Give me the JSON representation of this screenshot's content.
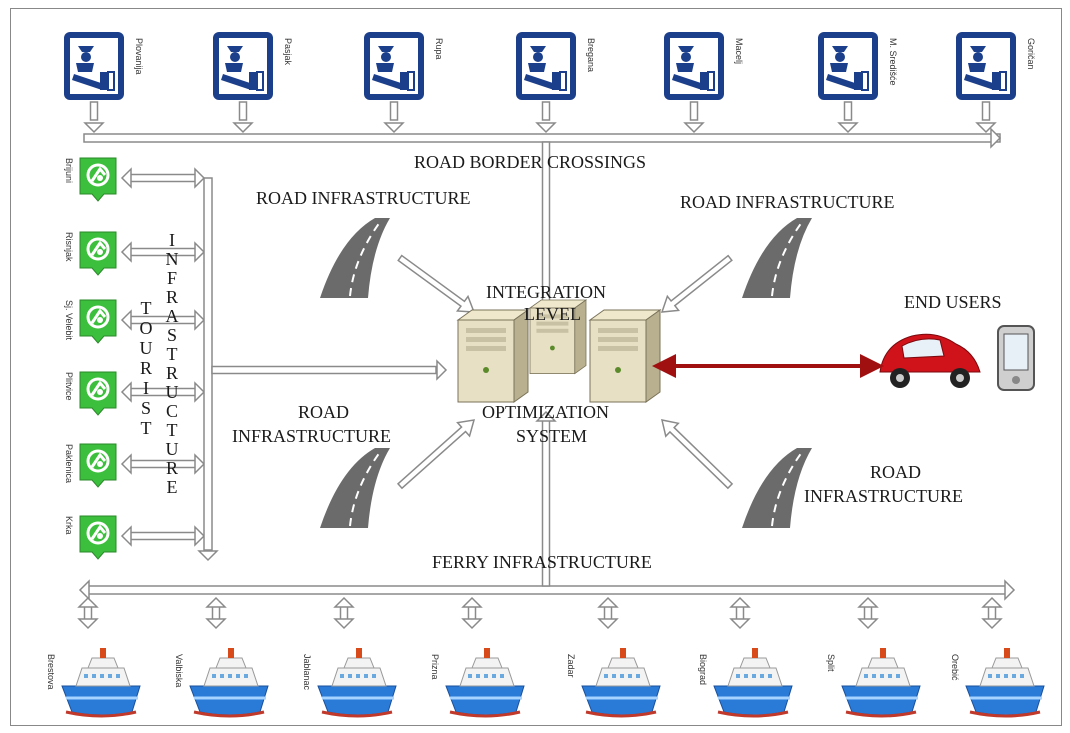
{
  "labels": {
    "road_border_crossings": "ROAD BORDER CROSSINGS",
    "road_infra": "ROAD INFRASTRUCTURE",
    "road_infra_split_1": "ROAD",
    "road_infra_split_2": "INFRASTRUCTURE",
    "integration_1": "INTEGRATION",
    "integration_2": "LEVEL",
    "optimization_1": "OPTIMIZATION",
    "optimization_2": "SYSTEM",
    "end_users": "END USERS",
    "ferry_infra": "FERRY INFRASTRUCTURE",
    "tourist": "TOURIST",
    "infrastructure_vertical": "INFRASTRUCTURE"
  },
  "border_crossings": [
    "Plovanija",
    "Pasjak",
    "Rupa",
    "Bregana",
    "Macelj",
    "M. Središće",
    "Goričan"
  ],
  "tourist_sites": [
    "Brijuni",
    "Risnjak",
    "Sj. Velebit",
    "Plitvice",
    "Paklenica",
    "Krka"
  ],
  "ferry_ports": [
    "Brestova",
    "Valbiska",
    "Jablanac",
    "Prizna",
    "Zadar",
    "Biograd",
    "Split",
    "Orebić"
  ],
  "colors": {
    "sign_blue": "#1c3f8c",
    "tourist_green": "#3cbf3c",
    "arrow_fill": "#ffffff",
    "arrow_stroke": "#8a8a8a",
    "link_red": "#a01010",
    "ship_blue": "#2a7bd8",
    "car_red": "#d0121a"
  }
}
